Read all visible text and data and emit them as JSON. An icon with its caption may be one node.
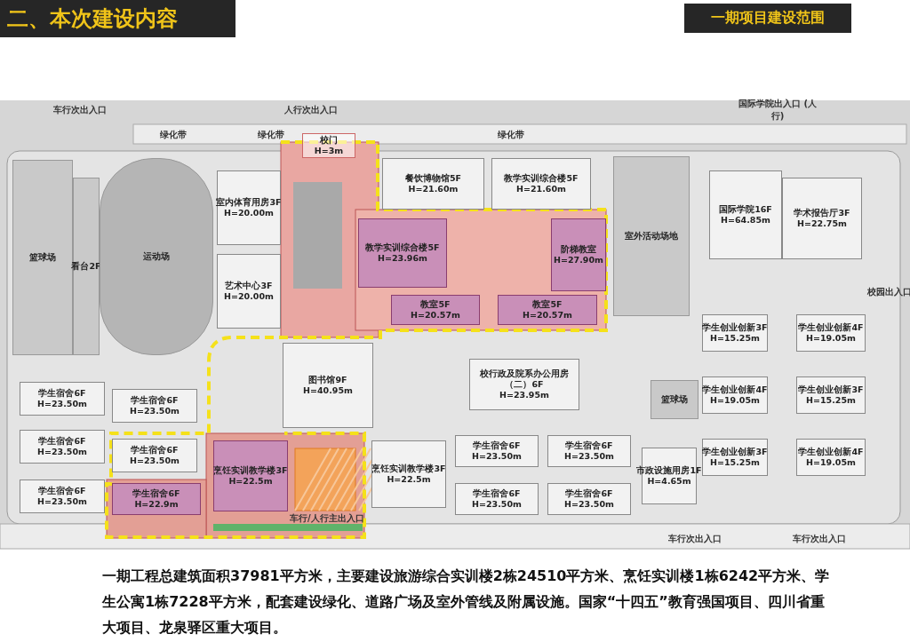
{
  "diagram": {
    "title": "二、本次建设内容",
    "caption": "一期工程总建筑面积**37981**平方米，主要建设旅游综合实训楼2栋**24510**平方米、烹饪实训楼1栋**6242**平方米、学生公寓1栋**7228**平方米，配套建设绿化、道路广场及室外管线及附属设施。国家“十四五”教育强国项目、四川省重大项目、龙泉驿区重大项目。",
    "nodes": [
      {
        "text": [
          "校门",
          "H=3m"
        ]
      },
      {
        "text": [
          "篮球场"
        ]
      },
      {
        "text": [
          "看台2F"
        ]
      },
      {
        "text": [
          "运动场"
        ]
      },
      {
        "text": [
          "室内体育用房3F",
          "H=20.00m"
        ]
      },
      {
        "text": [
          "艺术中心3F",
          "H=20.00m"
        ]
      },
      {
        "text": [
          "餐饮博物馆5F",
          "H=21.60m"
        ]
      },
      {
        "text": [
          "教学实训综合楼5F",
          "H=21.60m"
        ]
      },
      {
        "text": [
          "教学实训综合楼5F",
          "H=23.96m"
        ]
      },
      {
        "text": [
          "阶梯教室",
          "H=27.90m"
        ]
      },
      {
        "text": [
          "教室5F",
          "H=20.57m"
        ]
      },
      {
        "text": [
          "教室5F",
          "H=20.57m"
        ]
      },
      {
        "text": [
          "室外活动场地"
        ]
      },
      {
        "text": [
          "国际学院16F",
          "H=64.85m"
        ]
      },
      {
        "text": [
          "学术报告厅3F",
          "H=22.75m"
        ]
      },
      {
        "text": [
          "学生创业创新3F",
          "H=15.25m"
        ]
      },
      {
        "text": [
          "学生创业创新4F",
          "H=19.05m"
        ]
      },
      {
        "text": [
          "图书馆9F",
          "H=40.95m"
        ]
      },
      {
        "text": [
          "校行政及院系办公用房（二）6F",
          "H=23.95m"
        ]
      },
      {
        "text": [
          "学生创业创新4F",
          "H=19.05m"
        ]
      },
      {
        "text": [
          "学生创业创新3F",
          "H=15.25m"
        ]
      },
      {
        "text": [
          "学生宿舍6F",
          "H=23.50m"
        ]
      },
      {
        "text": [
          "学生宿舍6F",
          "H=23.50m"
        ]
      },
      {
        "text": [
          "学生宿舍6F",
          "H=23.50m"
        ]
      },
      {
        "text": [
          "学生宿舍6F",
          "H=23.50m"
        ]
      },
      {
        "text": [
          "篮球场"
        ]
      },
      {
        "text": [
          "烹饪实训教学楼3F",
          "H=22.5m"
        ]
      },
      {
        "text": [
          "烹饪实训教学楼3F",
          "H=22.5m"
        ]
      },
      {
        "text": [
          "学生宿舍6F",
          "H=23.50m"
        ]
      },
      {
        "text": [
          "学生宿舍6F",
          "H=23.50m"
        ]
      },
      {
        "text": [
          "学生创业创新3F",
          "H=15.25m"
        ]
      },
      {
        "text": [
          "学生创业创新4F",
          "H=19.05m"
        ]
      },
      {
        "text": [
          "学生宿舍6F",
          "H=23.50m"
        ]
      },
      {
        "text": [
          "学生宿舍6F",
          "H=22.9m"
        ]
      },
      {
        "text": [
          "市政设施用房1F",
          "H=4.65m"
        ]
      },
      {
        "text": [
          "学生宿舍6F",
          "H=23.50m"
        ]
      },
      {
        "text": [
          "学生宿舍6F",
          "H=23.50m"
        ]
      }
    ],
    "labels": [
      "一期项目建设范围",
      "车行次出入口",
      "人行次出入口",
      "国际学院出入口 (人行)",
      "绿化带",
      "绿化带",
      "绿化带",
      "校园出入口",
      "车行/人行主出入口",
      "车行次出入口",
      "车行次出入口"
    ]
  }
}
